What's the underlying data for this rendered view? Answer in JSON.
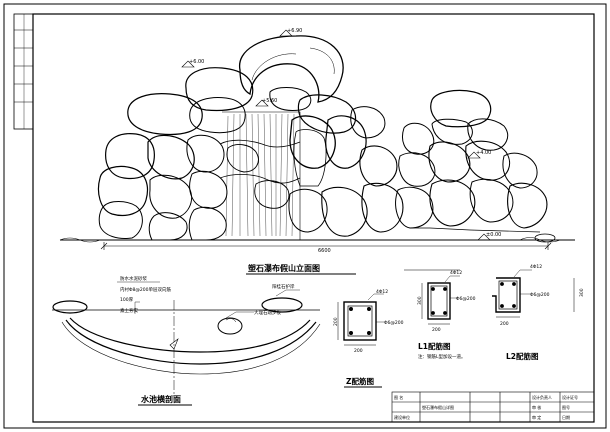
{
  "drawing": {
    "elevation_title": "塑石瀑布假山立面图",
    "elevation_marks": {
      "top": "+6.90",
      "upper_left": "+6.00",
      "mid": "+5.60",
      "right": "+4.00",
      "base": "±0.00",
      "width_dim": "6600"
    },
    "pool_section": {
      "title": "水池横剖面",
      "notes": [
        "防水水泥砂浆",
        "内衬Φ8@200单层双向筋",
        "100厚",
        "素土夯实"
      ],
      "callout_right": "大理石踏步板",
      "callout_top": "阳桂石护岸"
    },
    "z_section": {
      "title": "Z配筋图",
      "bar_top": "4Φ12",
      "stirrup": "Φ6@200",
      "width": "200",
      "height": "200"
    },
    "l1_section": {
      "title": "L1配筋图",
      "bar_top": "4Φ12",
      "stirrup": "Φ6@200",
      "width": "200",
      "height": "300",
      "note": "注：钢筋L型加设一道。"
    },
    "l2_section": {
      "title": "L2配筋图",
      "bar_top": "4Φ12",
      "stirrup": "Φ6@200",
      "width": "200",
      "height": "300"
    },
    "title_block": {
      "row1": [
        "图  名",
        "",
        "设计负责人",
        "",
        "设计证号"
      ],
      "row2": [
        "塑石瀑布假山详图",
        "",
        "审  核",
        "",
        "图号"
      ],
      "row3": [
        "建设单位",
        "",
        "审  定",
        "",
        "日期"
      ]
    }
  }
}
